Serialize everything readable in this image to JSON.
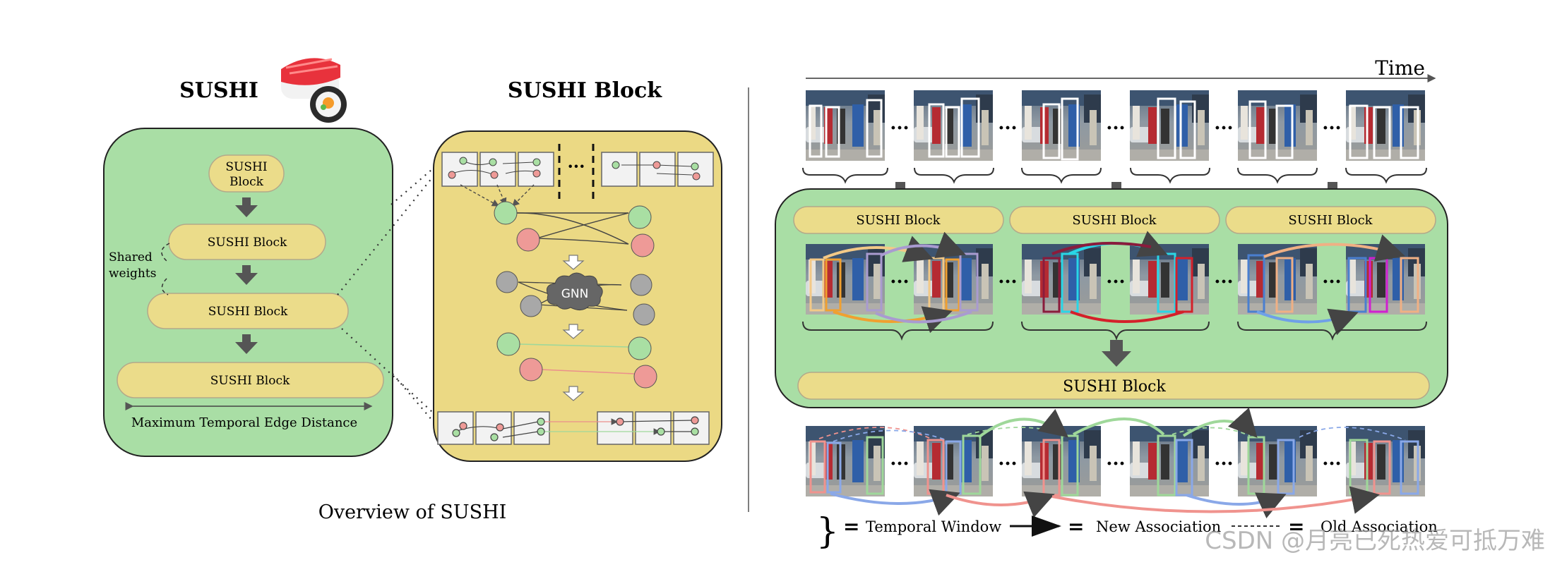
{
  "left": {
    "title": "SUSHI",
    "block_title": "SUSHI Block",
    "stack_blocks": [
      "SUSHI Block",
      "SUSHI Block",
      "SUSHI Block",
      "SUSHI Block"
    ],
    "top_block_lines": [
      "SUSHI",
      "Block"
    ],
    "shared_weights": [
      "Shared",
      "weights"
    ],
    "max_temporal": "Maximum Temporal Edge Distance",
    "gnn_label": "GNN",
    "caption": "Overview of SUSHI",
    "colors": {
      "green_panel": "#a9dea5",
      "yellow_panel": "#ebd984",
      "pill": "#ebdc8a",
      "node_green": "#a9dfa3",
      "node_red": "#ee9a97",
      "node_gray": "#a8a8a8"
    }
  },
  "right": {
    "time_label": "Time",
    "blocks": [
      "SUSHI Block",
      "SUSHI Block",
      "SUSHI Block"
    ],
    "final_block": "SUSHI Block",
    "legend": {
      "brace_symbol": "}",
      "eq": "=",
      "temporal_window": "Temporal Window",
      "new_association": "New Association",
      "old_association": "Old Association"
    },
    "colors": {
      "panel": "#a9dea5",
      "pill": "#ebdc8a"
    }
  },
  "watermark": "CSDN @月亮已死热爱可抵万难"
}
